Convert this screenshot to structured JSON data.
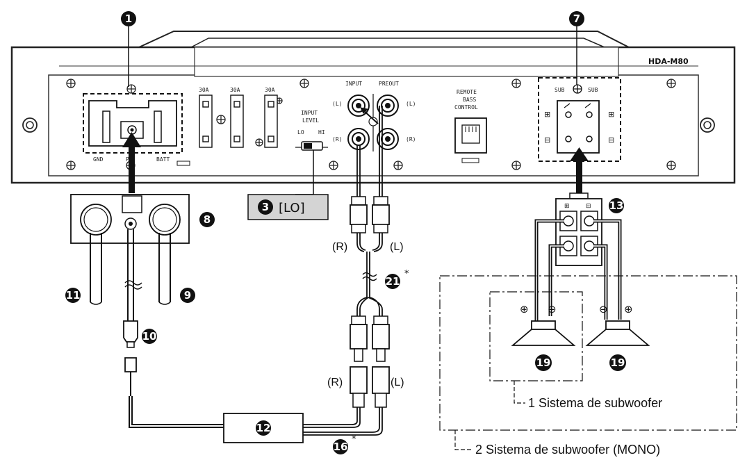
{
  "model": "HDA-M80",
  "fuses": [
    "30A",
    "30A",
    "30A"
  ],
  "power_terminals": {
    "gnd": "GND",
    "pw": "PW",
    "batt": "BATT"
  },
  "input_level": {
    "title_line1": "INPUT",
    "title_line2": "LEVEL",
    "lo": "LO",
    "hi": "HI"
  },
  "rca": {
    "input": "INPUT",
    "preout": "PREOUT",
    "left": "(L)",
    "right": "(R)"
  },
  "remote": {
    "line1": "REMOTE",
    "line2": "BASS",
    "line3": "CONTROL"
  },
  "sub": {
    "left": "SUB",
    "right": "SUB",
    "plus": "⊞",
    "minus": "⊟"
  },
  "setting_box": {
    "number": "3",
    "value": "[LO]"
  },
  "cable_labels": {
    "r": "(R)",
    "l": "(L)",
    "r2": "(R)",
    "l2": "(L)",
    "star": "*"
  },
  "speaker_symbols": {
    "plus": "⊕",
    "minus": "⊖"
  },
  "callouts": [
    "1",
    "7",
    "8",
    "9",
    "10",
    "11",
    "12",
    "13",
    "16",
    "19",
    "19",
    "21"
  ],
  "systems": {
    "one": "1 Sistema de subwoofer",
    "two": "2 Sistema de subwoofer (MONO)"
  }
}
